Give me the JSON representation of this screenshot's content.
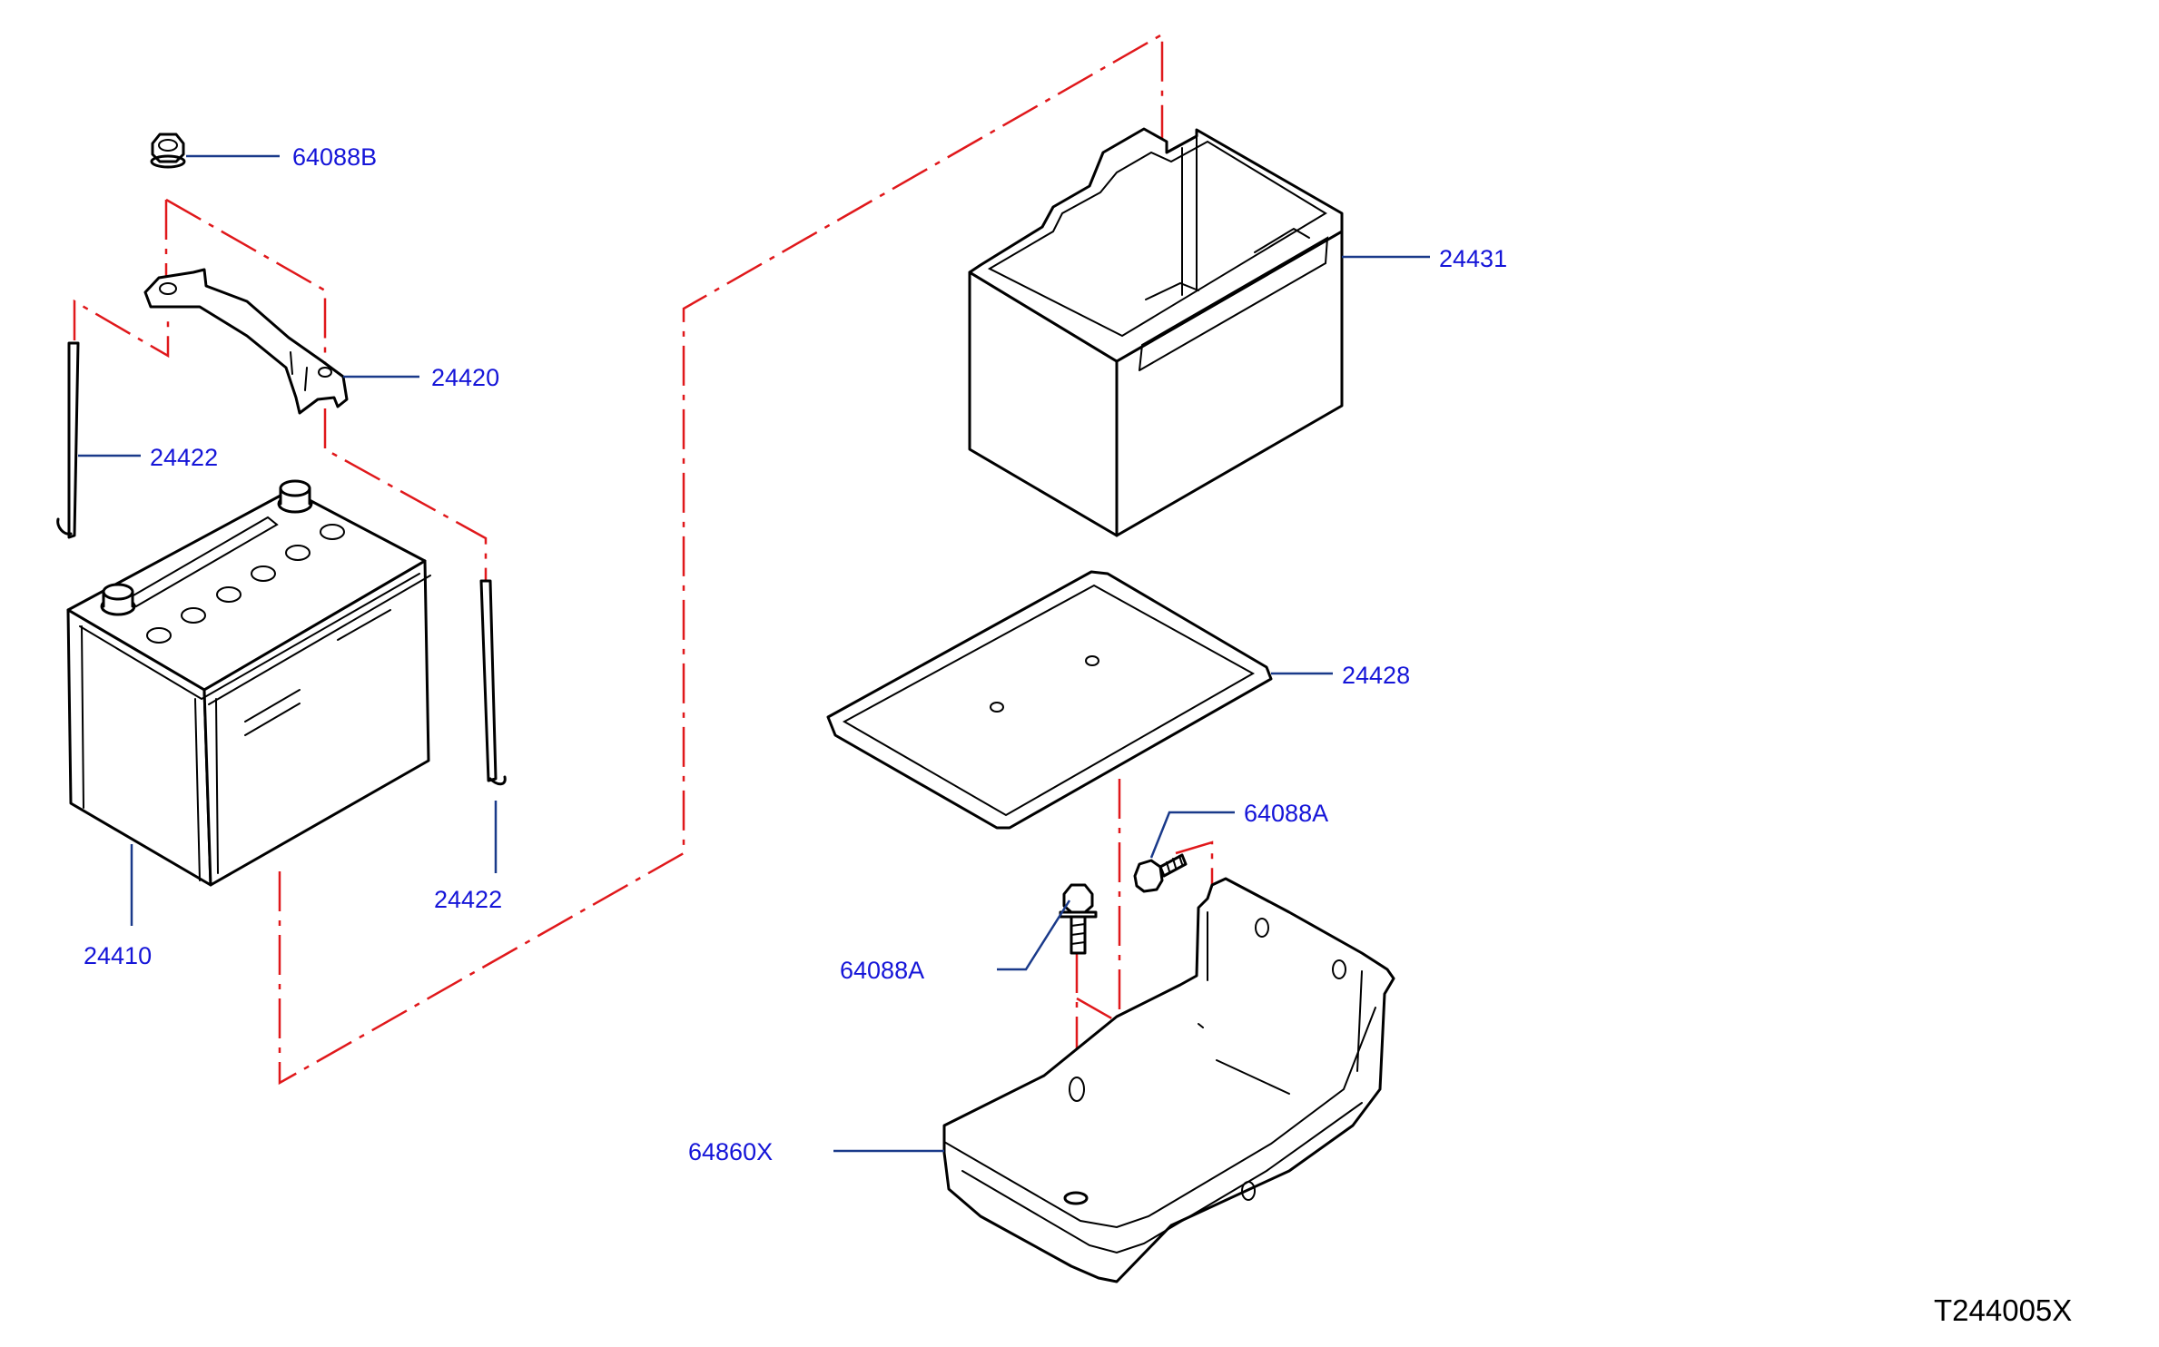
{
  "diagram": {
    "reference_code": "T244005X",
    "parts": [
      {
        "id": "nut",
        "number": "64088B"
      },
      {
        "id": "battery-frame",
        "number": "24420"
      },
      {
        "id": "hook-bolt-left",
        "number": "24422"
      },
      {
        "id": "battery",
        "number": "24410"
      },
      {
        "id": "hook-bolt-right",
        "number": "24422"
      },
      {
        "id": "battery-cover",
        "number": "24431"
      },
      {
        "id": "battery-tray",
        "number": "24428"
      },
      {
        "id": "bolt-right",
        "number": "64088A"
      },
      {
        "id": "bolt-left",
        "number": "64088A"
      },
      {
        "id": "battery-bracket",
        "number": "64860X"
      }
    ]
  },
  "colors": {
    "callout_text": "#1515d8",
    "leader_line": "#1a3a8a",
    "phantom_line": "#e0181b",
    "part_outline": "#000000"
  }
}
